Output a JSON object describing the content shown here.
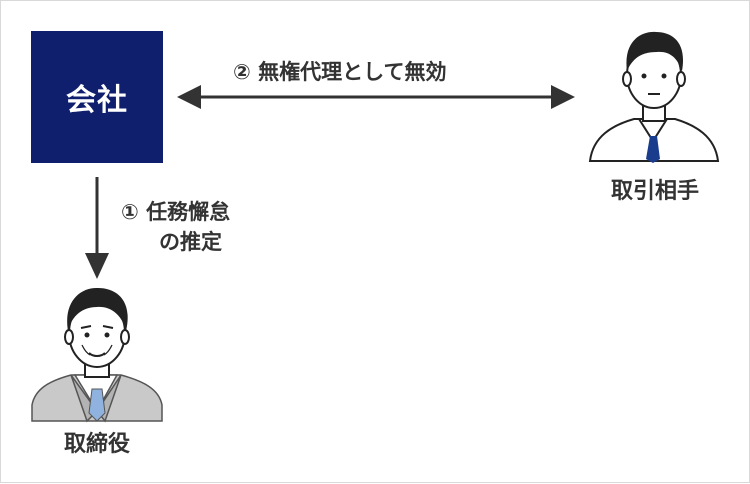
{
  "company": {
    "label": "会社"
  },
  "relations": {
    "unauthorized": "② 無権代理として無効",
    "duty_line1": "① 任務懈怠",
    "duty_line2": "の推定"
  },
  "people": {
    "partner": "取引相手",
    "director": "取締役"
  },
  "colors": {
    "company_box": "#0f1f6e",
    "text": "#333333",
    "arrow": "#333333",
    "tie_partner": "#1a3c8c",
    "tie_director": "#8fb3de",
    "suit_director": "#c9c9c9"
  }
}
